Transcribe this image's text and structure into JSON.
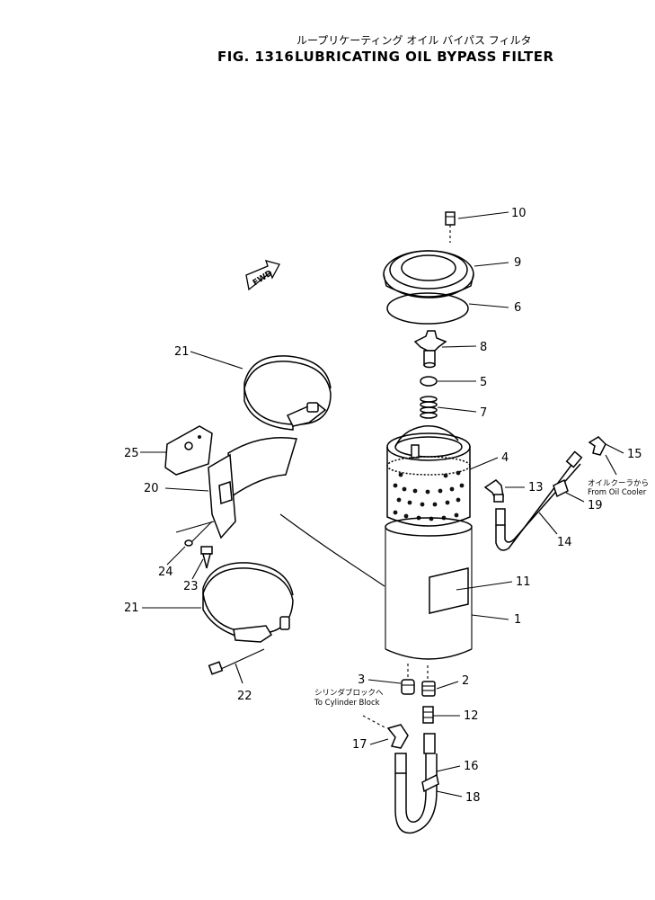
{
  "title": {
    "jp": "ループリケーティング オイル バイパス フィルタ",
    "fig": "FIG. 1316",
    "name": "LUBRICATING OIL BYPASS FILTER"
  },
  "fwd_label": "FWD",
  "notes": {
    "cooler_jp": "オイルクーラから",
    "cooler_en": "From Oil Cooler",
    "block_jp": "シリンダブロックへ",
    "block_en": "To Cylinder Block"
  },
  "callouts": {
    "c1": "1",
    "c2": "2",
    "c3": "3",
    "c4": "4",
    "c5": "5",
    "c6": "6",
    "c7": "7",
    "c8": "8",
    "c9": "9",
    "c10": "10",
    "c11": "11",
    "c12": "12",
    "c13": "13",
    "c14": "14",
    "c15": "15",
    "c16": "16",
    "c17": "17",
    "c18": "18",
    "c19": "19",
    "c20": "20",
    "c21a": "21",
    "c21b": "21",
    "c22": "22",
    "c23": "23",
    "c24": "24",
    "c25": "25"
  }
}
